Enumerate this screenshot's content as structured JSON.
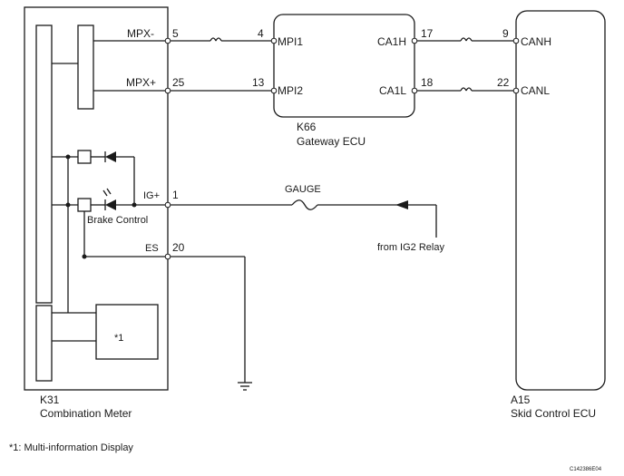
{
  "combination_meter": {
    "connector": "K31",
    "name": "Combination Meter",
    "sub_block_label": "*1",
    "internal_labels": {
      "mpx_minus": "MPX-",
      "mpx_plus": "MPX+",
      "ig_plus": "IG+",
      "es": "ES",
      "brake_control": "Brake Control"
    },
    "pins": {
      "mpx_minus": "5",
      "mpx_plus": "25",
      "ig_plus": "1",
      "es": "20"
    }
  },
  "gateway_ecu": {
    "connector": "K66",
    "name": "Gateway ECU",
    "terminals": {
      "mpi1": "MPI1",
      "mpi2": "MPI2",
      "ca1h": "CA1H",
      "ca1l": "CA1L"
    },
    "pins": {
      "mpi1": "4",
      "mpi2": "13",
      "ca1h": "17",
      "ca1l": "18"
    }
  },
  "skid_control_ecu": {
    "connector": "A15",
    "name": "Skid Control ECU",
    "terminals": {
      "canh": "CANH",
      "canl": "CANL"
    },
    "pins": {
      "canh": "9",
      "canl": "22"
    }
  },
  "fuse": {
    "label": "GAUGE"
  },
  "power_source": {
    "label": "from IG2 Relay"
  },
  "footnote": "*1: Multi-information Display",
  "figure_code": "C142386E04"
}
